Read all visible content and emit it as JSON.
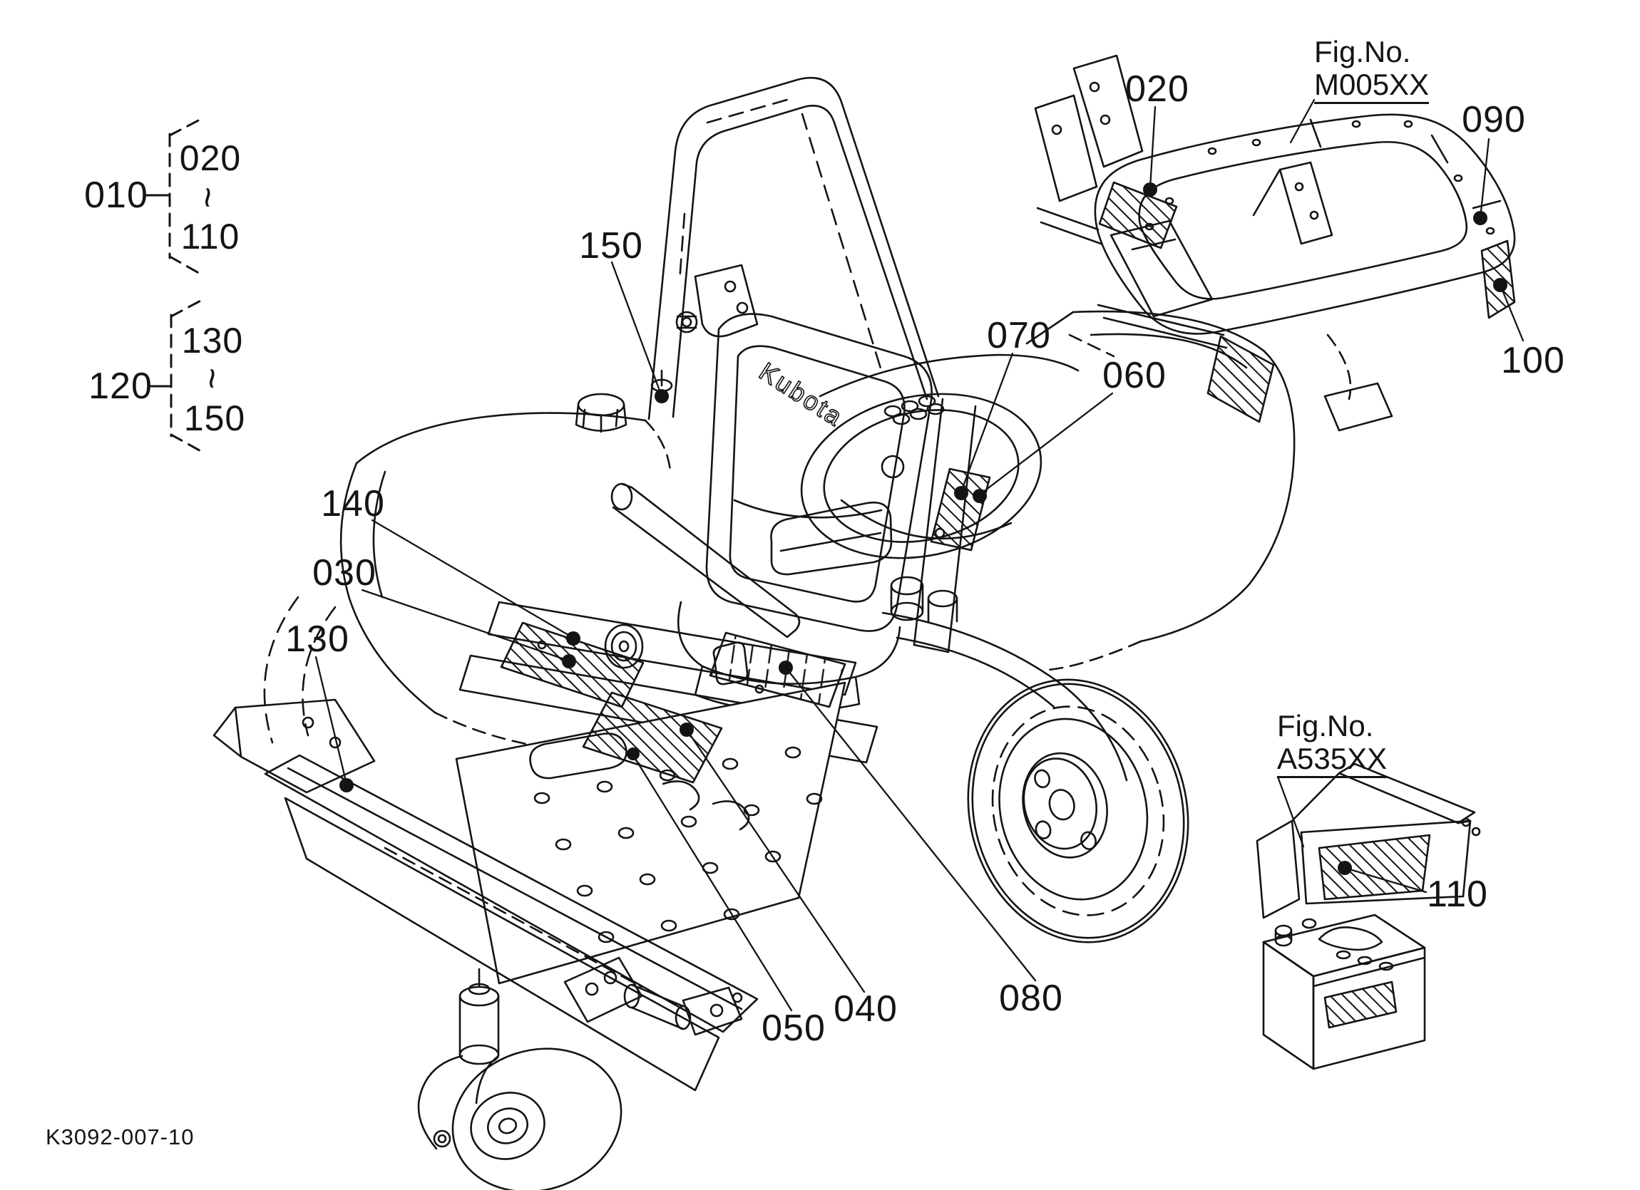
{
  "figure": {
    "drawing_number": "K3092-007-10",
    "brand_on_seat": "Kubota"
  },
  "groups": [
    {
      "label": "010",
      "range_start": "020",
      "range_separator": "~",
      "range_end": "110"
    },
    {
      "label": "120",
      "range_start": "130",
      "range_separator": "~",
      "range_end": "150"
    }
  ],
  "fig_refs": [
    {
      "prefix": "Fig.No.",
      "code": "M005XX"
    },
    {
      "prefix": "Fig.No.",
      "code": "A535XX"
    }
  ],
  "callouts": [
    {
      "label": "150"
    },
    {
      "label": "070"
    },
    {
      "label": "060"
    },
    {
      "label": "140"
    },
    {
      "label": "030"
    },
    {
      "label": "130"
    },
    {
      "label": "050"
    },
    {
      "label": "040"
    },
    {
      "label": "080"
    },
    {
      "label": "020"
    },
    {
      "label": "090"
    },
    {
      "label": "100"
    },
    {
      "label": "110"
    }
  ]
}
